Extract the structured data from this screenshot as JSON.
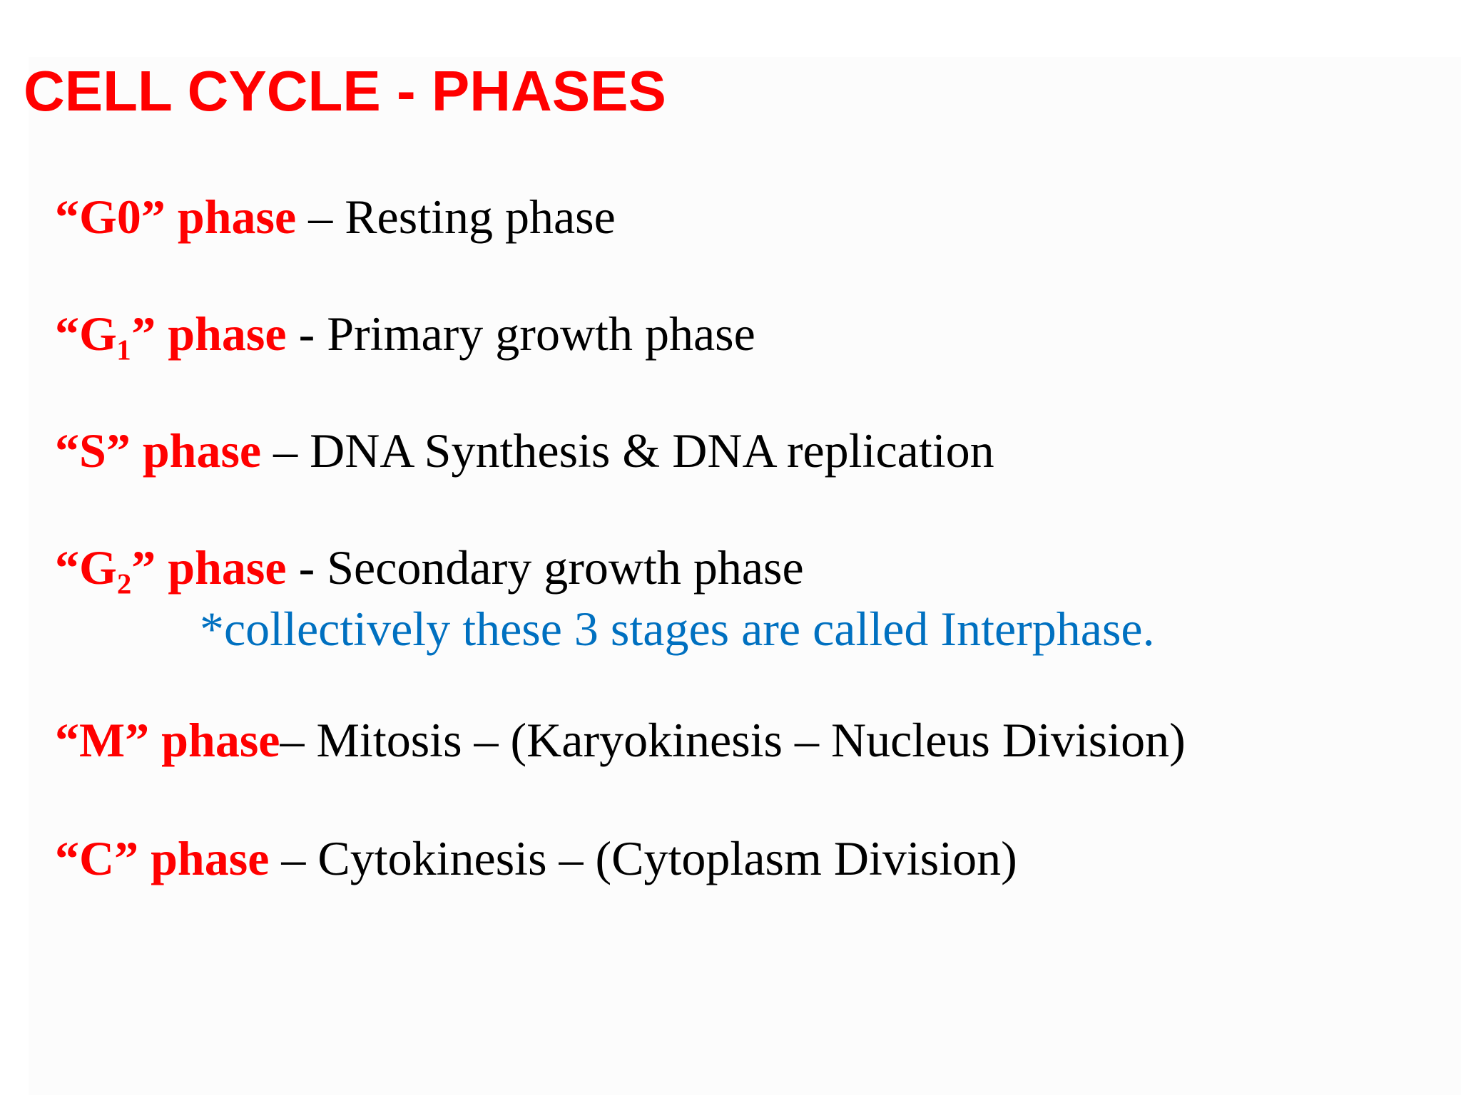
{
  "title": "CELL CYCLE - PHASES",
  "phases": [
    {
      "name": "“G0” phase",
      "separator": " – ",
      "description": "Resting phase"
    },
    {
      "name": "“G₁” phase",
      "separator": " - ",
      "description": "Primary growth phase"
    },
    {
      "name": "“S” phase",
      "separator": " – ",
      "description": "DNA Synthesis & DNA replication"
    },
    {
      "name": "“G₂” phase",
      "separator": " - ",
      "description": "Secondary growth phase"
    },
    {
      "name": "“M” phase",
      "separator": "– ",
      "description": "Mitosis – (Karyokinesis – Nucleus Division)"
    },
    {
      "name": "“C” phase",
      "separator": " – ",
      "description": "Cytokinesis – (Cytoplasm Division)"
    }
  ],
  "note": "*collectively these 3 stages are called Interphase.",
  "colors": {
    "title": "#ff0000",
    "phase_name": "#ff0000",
    "description": "#000000",
    "note": "#0070c0",
    "background": "#ffffff"
  }
}
